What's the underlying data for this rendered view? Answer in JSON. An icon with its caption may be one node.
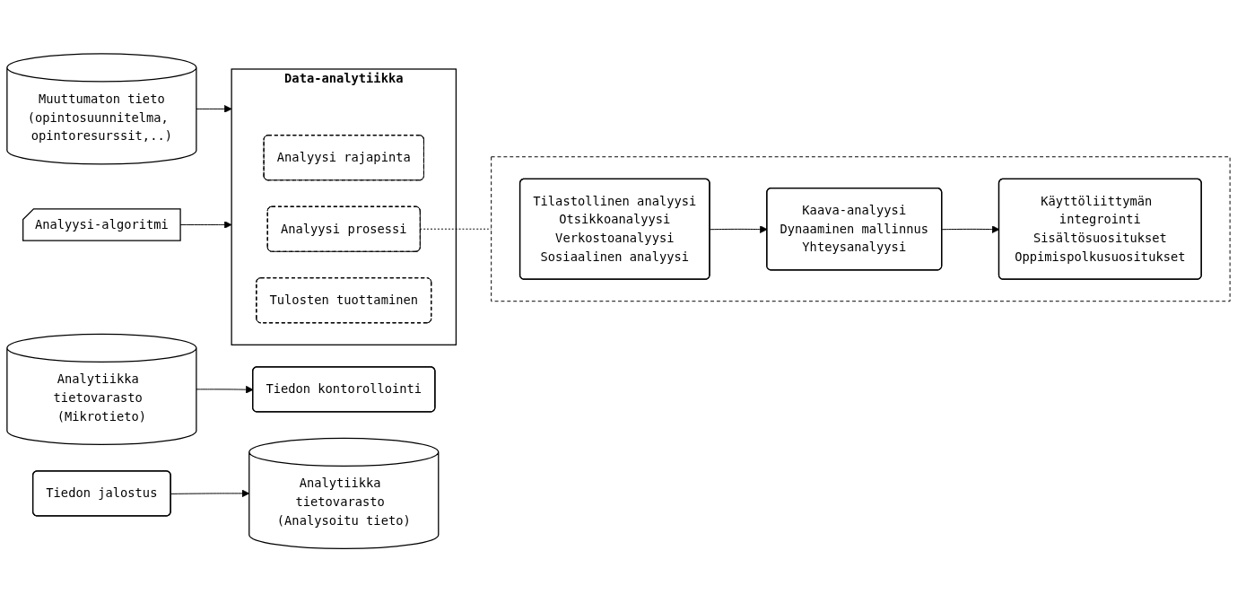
{
  "diagram": {
    "nodes": [
      {
        "text": [
          "Analytiikka tietovarasto (Mikrotieto)"
        ]
      },
      {
        "text": [
          "Muuttumaton tieto",
          "(opintosuunnitelma, opintoresurssit,..)"
        ]
      },
      {
        "text": [
          "Analyysi-algoritmi"
        ]
      },
      {
        "text": [
          "Tiedon kontorollointi"
        ]
      },
      {
        "text": [
          "Data-analytiikka"
        ]
      },
      {
        "text": [
          "Analyysi rajapinta"
        ],
        "in": 4
      },
      {
        "text": [
          "Analyysi prosessi"
        ],
        "in": 4
      },
      {
        "text": [
          "Tulosten tuottaminen"
        ],
        "in": 4
      },
      {
        "text": [
          "Tiedon jalostus"
        ]
      },
      {
        "text": [
          "Analytiikka tietovarasto (Analysoitu tieto)"
        ]
      },
      {
        "text": [],
        "shape": "box"
      },
      {
        "text": [
          "Tilastollinen analyysi",
          "Otsikkoanalyysi",
          "Verkostoanalyysi",
          "Sosiaalinen analyysi"
        ],
        "in": 10
      },
      {
        "text": [
          "Kaava-analyysi",
          "Dynaaminen mallinnus",
          "Yhteysanalyysi"
        ],
        "in": 10
      },
      {
        "text": [
          "Käyttöliittymän integrointi",
          "Sisältösuositukset",
          "Oppimispolkusuositukset"
        ],
        "in": 10
      }
    ],
    "edges": [
      {
        "from": 0,
        "to": 3,
        "arrow": "to"
      },
      {
        "from": 1,
        "to": 4,
        "arrow": "to"
      },
      {
        "from": 2,
        "to": 4,
        "arrow": "to"
      },
      {
        "from": 8,
        "to": 9,
        "arrow": "to"
      },
      {
        "from": 6,
        "to": 10,
        "arrow": "none",
        "style": "dashed"
      },
      {
        "from": 11,
        "to": 12,
        "arrow": "to"
      },
      {
        "from": 12,
        "to": 13,
        "arrow": "to"
      }
    ]
  }
}
